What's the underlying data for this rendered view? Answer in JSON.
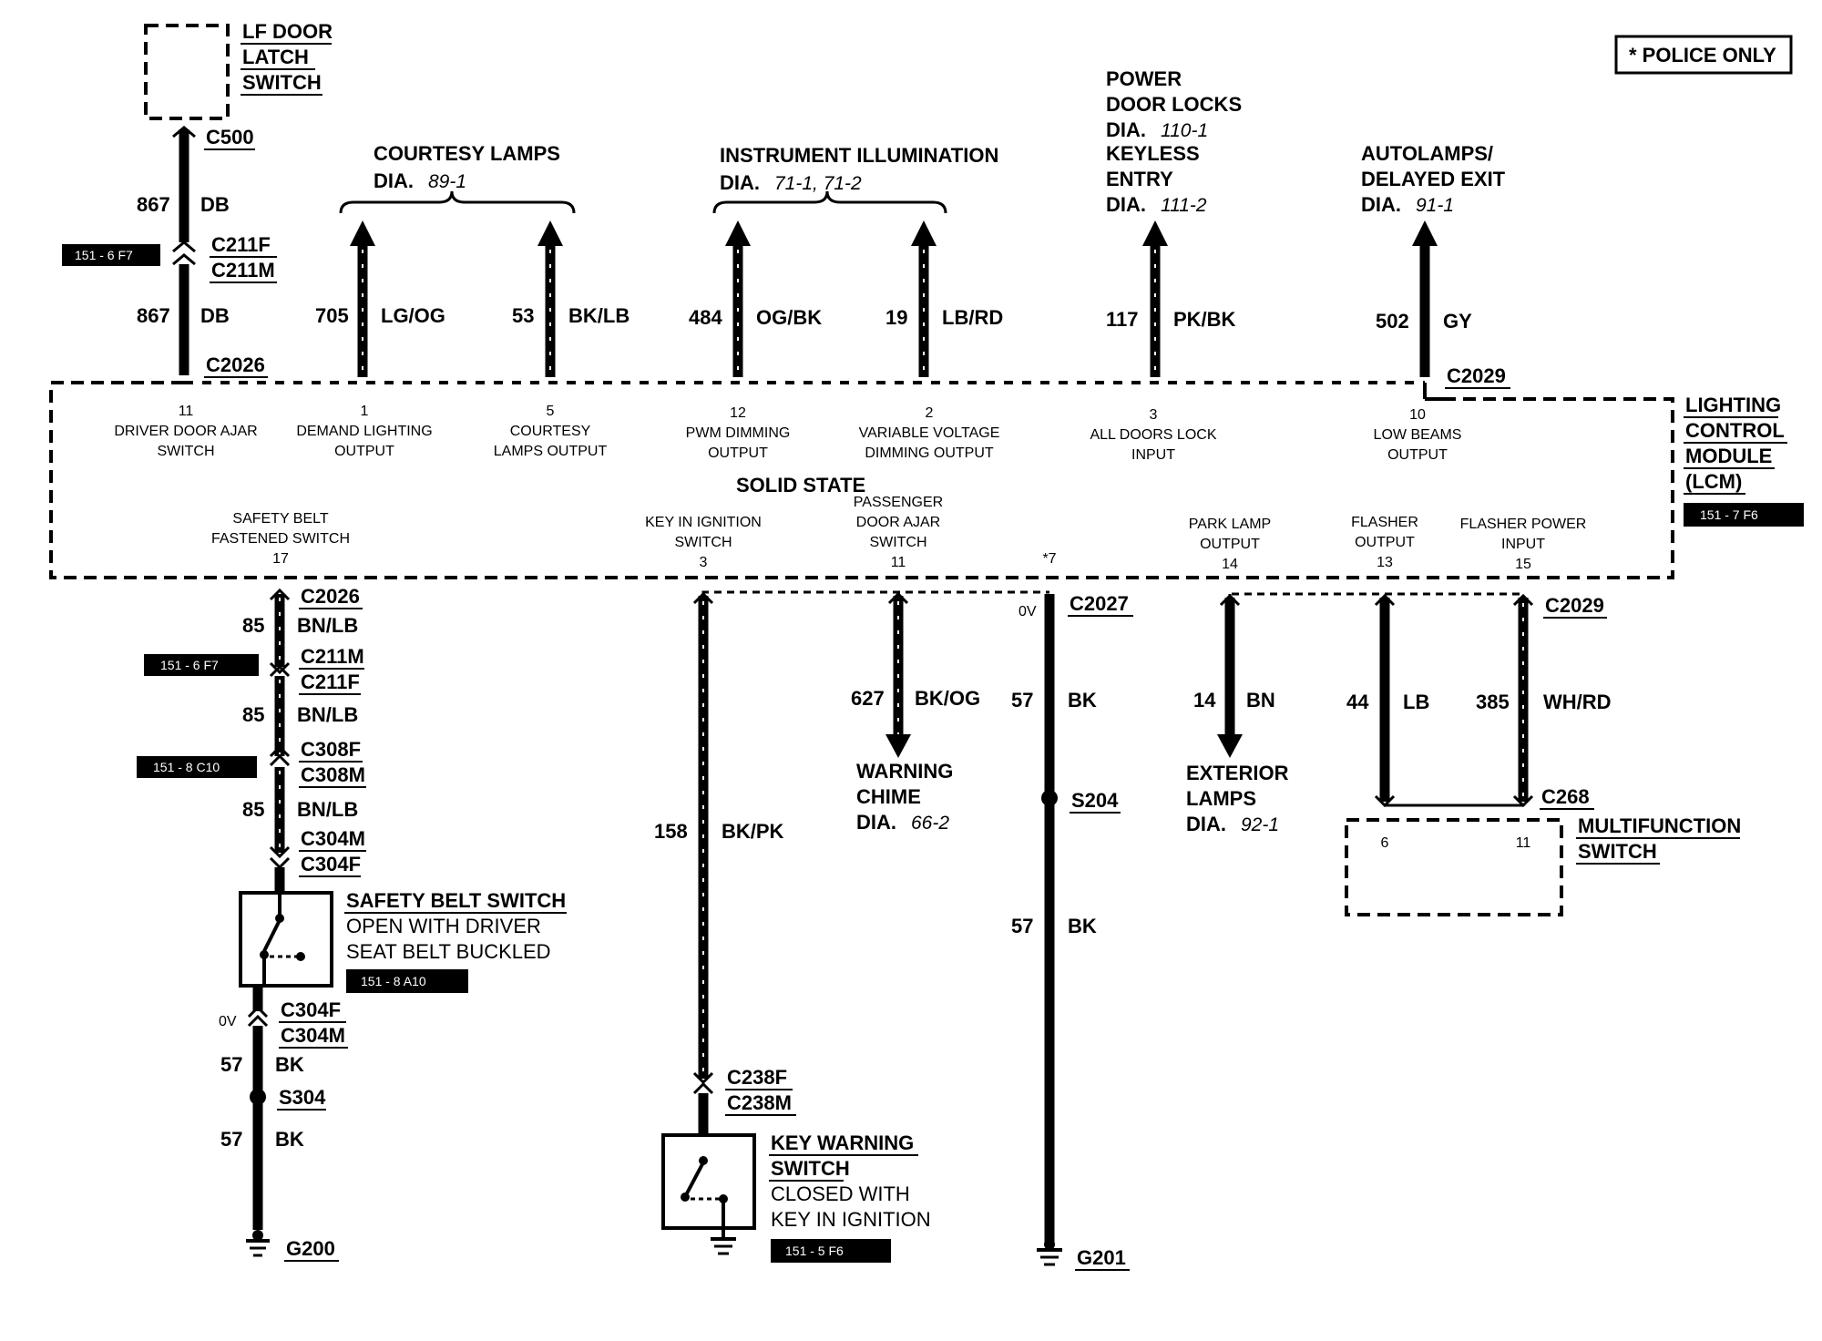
{
  "police_only": "* POLICE ONLY",
  "lf_door_latch_switch": [
    "LF DOOR",
    "LATCH",
    "SWITCH"
  ],
  "courtesy_lamps": {
    "title": "COURTESY LAMPS",
    "dia": "DIA.",
    "ref": "89-1"
  },
  "instrument_illumination": {
    "title": "INSTRUMENT ILLUMINATION",
    "dia": "DIA.",
    "ref": "71-1, 71-2"
  },
  "power_door_locks": {
    "l1": "POWER",
    "l2": "DOOR LOCKS",
    "dia": "DIA.",
    "ref": "110-1",
    "l3": "KEYLESS",
    "l4": "ENTRY",
    "dia2": "DIA.",
    "ref2": "111-2"
  },
  "autolamps": {
    "l1": "AUTOLAMPS/",
    "l2": "DELAYED EXIT",
    "dia": "DIA.",
    "ref": "91-1"
  },
  "module": {
    "l1": "LIGHTING",
    "l2": "CONTROL",
    "l3": "MODULE",
    "l4": "(LCM)",
    "ref": "151 - 7 F6",
    "solid_state": "SOLID STATE"
  },
  "top_wires": [
    {
      "circuit": "867",
      "color": "DB",
      "connector": "C500"
    },
    {
      "circuit": "867",
      "color": "DB",
      "conn_f": "C211F",
      "conn_m": "C211M",
      "ref": "151 - 6 F7",
      "module_conn": "C2026"
    },
    {
      "circuit": "705",
      "color": "LG/OG"
    },
    {
      "circuit": "53",
      "color": "BK/LB"
    },
    {
      "circuit": "484",
      "color": "OG/BK"
    },
    {
      "circuit": "19",
      "color": "LB/RD"
    },
    {
      "circuit": "117",
      "color": "PK/BK"
    },
    {
      "circuit": "502",
      "color": "GY",
      "module_conn": "C2029"
    }
  ],
  "top_pins": [
    {
      "num": "11",
      "l1": "DRIVER DOOR AJAR",
      "l2": "SWITCH"
    },
    {
      "num": "1",
      "l1": "DEMAND LIGHTING",
      "l2": "OUTPUT"
    },
    {
      "num": "5",
      "l1": "COURTESY",
      "l2": "LAMPS OUTPUT"
    },
    {
      "num": "12",
      "l1": "PWM DIMMING",
      "l2": "OUTPUT"
    },
    {
      "num": "2",
      "l1": "VARIABLE VOLTAGE",
      "l2": "DIMMING OUTPUT"
    },
    {
      "num": "3",
      "l1": "ALL DOORS LOCK",
      "l2": "INPUT"
    },
    {
      "num": "10",
      "l1": "LOW BEAMS",
      "l2": "OUTPUT"
    }
  ],
  "bottom_pins": [
    {
      "num": "17",
      "l1": "SAFETY BELT",
      "l2": "FASTENED SWITCH"
    },
    {
      "num": "3",
      "l1": "KEY IN IGNITION",
      "l2": "SWITCH"
    },
    {
      "num": "11",
      "l0": "PASSENGER",
      "l1": "DOOR AJAR",
      "l2": "SWITCH"
    },
    {
      "num": "*7"
    },
    {
      "num": "14",
      "l1": "PARK LAMP",
      "l2": "OUTPUT"
    },
    {
      "num": "13",
      "l1": "FLASHER",
      "l2": "OUTPUT"
    },
    {
      "num": "15",
      "l1": "FLASHER POWER",
      "l2": "INPUT"
    }
  ],
  "seatbelt_path": {
    "c2026": "C2026",
    "w1": "85",
    "c1": "BN/LB",
    "c211m": "C211M",
    "c211f": "C211F",
    "ref1": "151 - 6 F7",
    "w2": "85",
    "c2": "BN/LB",
    "c308f": "C308F",
    "c308m": "C308M",
    "ref2": "151 - 8 C10",
    "w3": "85",
    "c3": "BN/LB",
    "c304m": "C304M",
    "c304f": "C304F",
    "switch": [
      "SAFETY BELT SWITCH",
      "OPEN WITH DRIVER",
      "SEAT BELT BUCKLED"
    ],
    "ref3": "151 - 8 A10",
    "ov": "0V",
    "c304f2": "C304F",
    "c304m2": "C304M",
    "w4": "57",
    "c4": "BK",
    "splice": "S304",
    "w5": "57",
    "c5": "BK",
    "ground": "G200"
  },
  "key_path": {
    "circuit": "158",
    "color": "BK/PK",
    "cf": "C238F",
    "cm": "C238M",
    "switch": [
      "KEY WARNING",
      "SWITCH",
      "CLOSED WITH",
      "KEY IN IGNITION"
    ],
    "ref": "151 - 5 F6"
  },
  "chime_path": {
    "circuit": "627",
    "color": "BK/OG",
    "l1": "WARNING",
    "l2": "CHIME",
    "dia": "DIA.",
    "ref": "66-2"
  },
  "ground_path": {
    "ov": "0V",
    "conn": "C2027",
    "w1": "57",
    "c1": "BK",
    "splice": "S204",
    "w2": "57",
    "c2": "BK",
    "ground": "G201"
  },
  "park_path": {
    "circuit": "14",
    "color": "BN",
    "l1": "EXTERIOR",
    "l2": "LAMPS",
    "dia": "DIA.",
    "ref": "92-1"
  },
  "flasher_path": {
    "circuit": "44",
    "color": "LB"
  },
  "flasher_power_path": {
    "conn": "C2029",
    "circuit": "385",
    "color": "WH/RD",
    "conn2": "C268"
  },
  "multifunction_switch": {
    "pin_a": "6",
    "pin_b": "11",
    "l1": "MULTIFUNCTION",
    "l2": "SWITCH"
  }
}
